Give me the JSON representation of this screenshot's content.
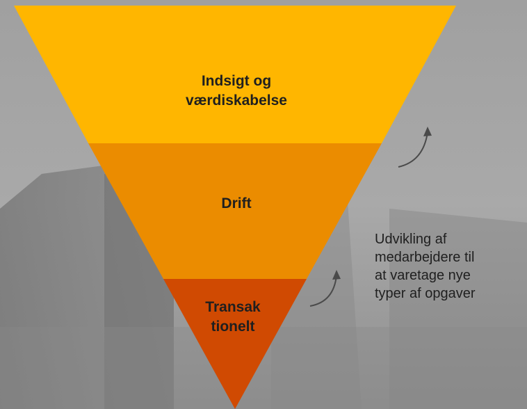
{
  "funnel": {
    "levels": [
      {
        "lines": [
          "Indsigt og",
          "værdiskabelse"
        ],
        "color": "#ffb600"
      },
      {
        "lines": [
          "Drift"
        ],
        "color": "#eb8c00"
      },
      {
        "lines": [
          "Transak",
          "tionelt"
        ],
        "color": "#d04a02"
      }
    ]
  },
  "side_note": {
    "lines": [
      "Udvikling af",
      "medarbejdere til",
      "at varetage nye",
      "typer af opgaver"
    ]
  },
  "colors": {
    "background": "#a3a3a3",
    "arrow": "#4a4a4a",
    "text": "#1f1f1f"
  }
}
